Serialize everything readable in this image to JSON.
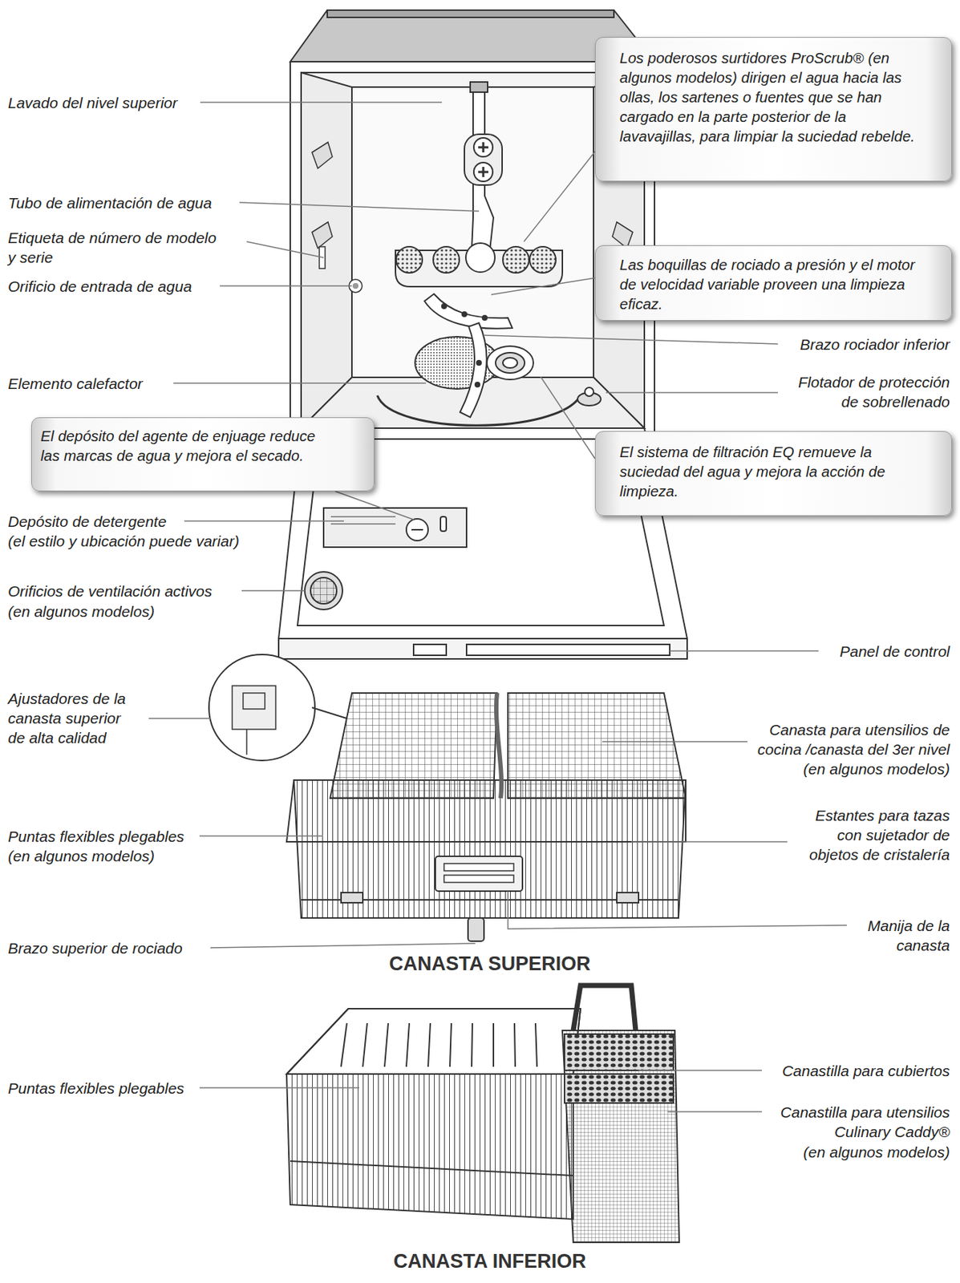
{
  "diagram": {
    "nodes": [
      {
        "text": [
          "Los poderosos surtidores ProScrub® (en algunos modelos) dirigen el agua hacia las ollas, los sartenes o fuentes que se han cargado en la parte posterior de la lavavajillas, para limpiar la suciedad rebelde."
        ]
      },
      {
        "text": [
          "Las boquillas de rociado a presión y el motor de velocidad variable proveen una limpieza eficaz."
        ]
      },
      {
        "text": [
          "El depósito del agente de enjuage reduce las marcas de agua y mejora el secado."
        ]
      },
      {
        "text": [
          "El sistema de filtración EQ remueve la suciedad del agua y mejora la acción de limpieza."
        ]
      }
    ],
    "labels": [
      "Lavado del nivel superior",
      "Tubo de alimentación de agua",
      "Etiqueta de número de modelo y serie",
      "Orificio de entrada de agua",
      "Brazo rociador inferior",
      "Elemento calefactor",
      "Flotador de protección de sobrellenado",
      "Depósito de detergente",
      "(el estilo y ubicación puede variar)",
      "Orificios de ventilación activos",
      "(en algunos modelos)",
      "Panel de control",
      "Ajustadores de la canasta superior de alta calidad",
      "Canasta para utensilios de cocina /canasta del 3er nivel",
      "(en algunos modelos)",
      "Puntas flexibles plegables",
      "(en algunos modelos)",
      "Estantes para tazas con sujetador de objetos de cristalería",
      "Brazo superior de rociado",
      "Manija de la canasta",
      "CANASTA SUPERIOR",
      "Puntas flexibles plegables",
      "Canastilla para cubiertos",
      "Canastilla para utensilios Culinary Caddy®",
      "(en algunos modelos)",
      "CANASTA INFERIOR"
    ]
  }
}
